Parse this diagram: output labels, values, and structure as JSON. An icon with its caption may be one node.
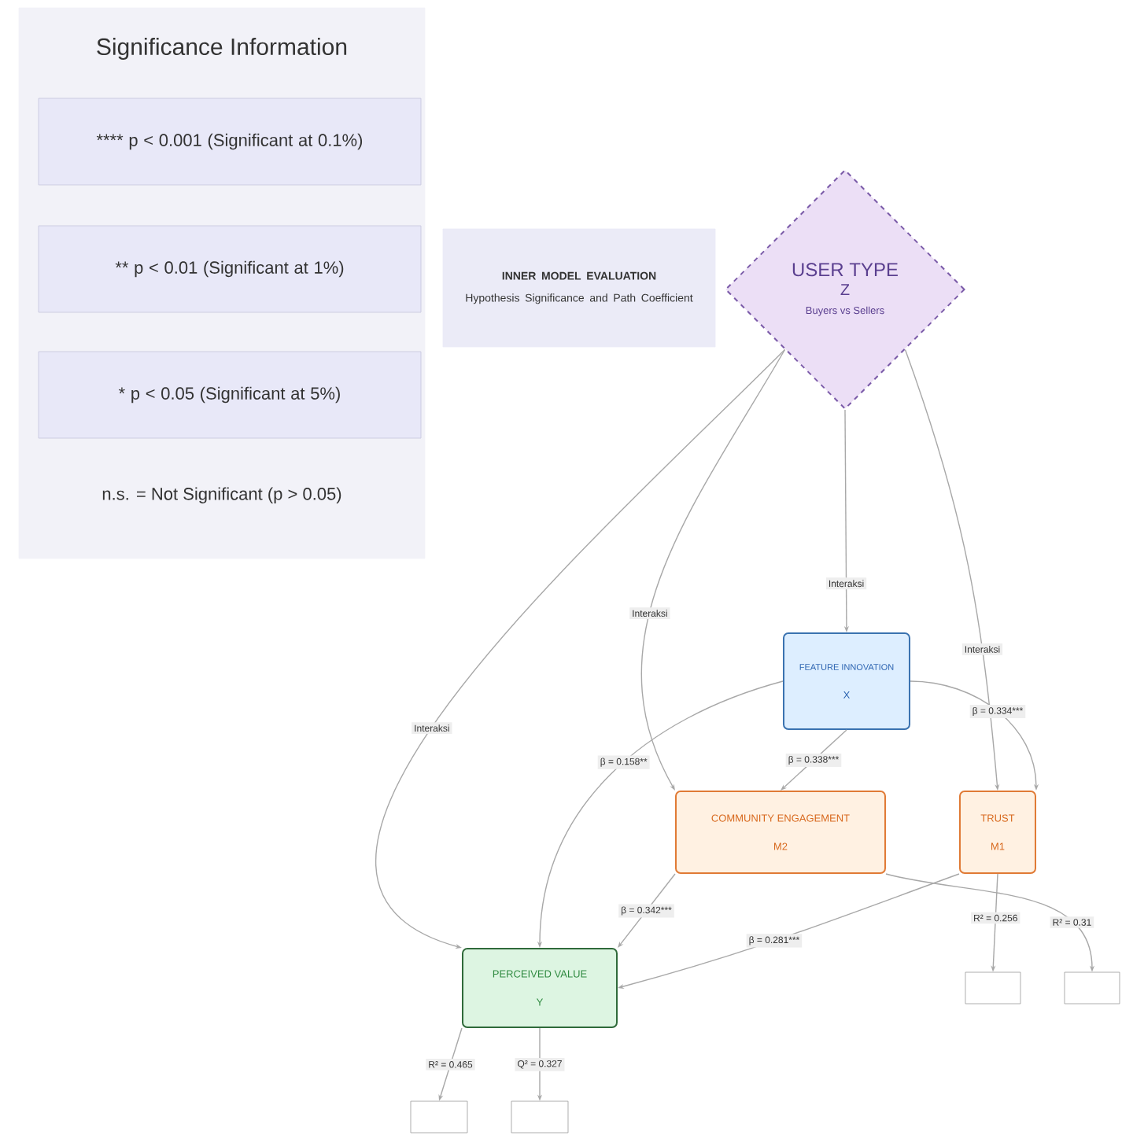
{
  "diagram": {
    "nodes": [
      {
        "text": [
          "Significance Information",
          "n.s. = Not Significant (p > 0.05)"
        ]
      },
      {
        "text": [
          "**** p < 0.001 (Significant at 0.1%)"
        ],
        "in": 0
      },
      {
        "text": [
          "** p < 0.01 (Significant at 1%)"
        ],
        "in": 0
      },
      {
        "text": [
          "* p < 0.05 (Significant at 5%)"
        ],
        "in": 0
      },
      {
        "text": [
          "INNER MODEL EVALUATION",
          "Hypothesis Significance and Path Coefficient"
        ]
      },
      {
        "text": [
          "USER TYPE",
          "Z",
          "Buyers vs Sellers"
        ]
      },
      {
        "text": [
          "FEATURE INNOVATION",
          "X"
        ]
      },
      {
        "text": [
          "COMMUNITY ENGAGEMENT",
          "M2"
        ]
      },
      {
        "text": [
          "TRUST",
          "M1"
        ]
      },
      {
        "text": [
          "PERCEIVED VALUE",
          "Y"
        ]
      },
      {
        "text": [],
        "shape": "box"
      },
      {
        "text": [],
        "shape": "box"
      },
      {
        "text": [],
        "shape": "box"
      },
      {
        "text": [],
        "shape": "box"
      }
    ],
    "edges": [
      {
        "from": 5,
        "to": 6,
        "arrow": "to",
        "label": "Interaksi"
      },
      {
        "from": 5,
        "to": 7,
        "arrow": "to",
        "label": "Interaksi"
      },
      {
        "from": 5,
        "to": 8,
        "arrow": "to",
        "label": "Interaksi"
      },
      {
        "from": 5,
        "to": 9,
        "arrow": "to",
        "label": "Interaksi"
      },
      {
        "from": 6,
        "to": 7,
        "arrow": "to",
        "label": "β = 0.338***"
      },
      {
        "from": 6,
        "to": 8,
        "arrow": "to",
        "label": "β = 0.334***"
      },
      {
        "from": 6,
        "to": 9,
        "arrow": "to",
        "label": "β = 0.158**"
      },
      {
        "from": 7,
        "to": 9,
        "arrow": "to",
        "label": "β = 0.342***"
      },
      {
        "from": 8,
        "to": 9,
        "arrow": "to",
        "label": "β = 0.281***"
      },
      {
        "from": 8,
        "to": 10,
        "arrow": "to",
        "label": "R² = 0.256"
      },
      {
        "from": 7,
        "to": 11,
        "arrow": "to",
        "label": "R² = 0.31"
      },
      {
        "from": 9,
        "to": 12,
        "arrow": "to",
        "label": "R² = 0.465"
      },
      {
        "from": 9,
        "to": 13,
        "arrow": "to",
        "label": "Q² = 0.327"
      }
    ]
  }
}
